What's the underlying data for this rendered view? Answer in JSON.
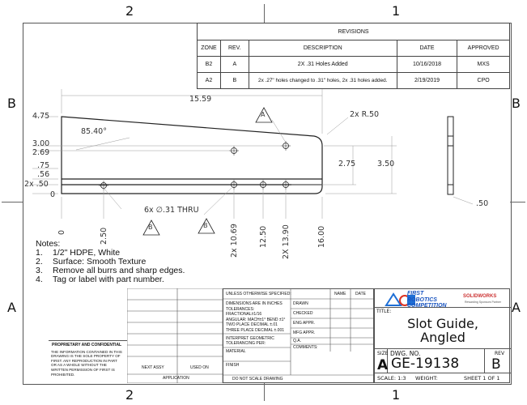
{
  "zones": {
    "top_left": "2",
    "top_right": "1",
    "bottom_left": "2",
    "bottom_right": "1",
    "left_upper": "B",
    "left_lower": "A",
    "right_upper": "B",
    "right_lower": "A"
  },
  "revisions": {
    "title": "REVISIONS",
    "headers": [
      "ZONE",
      "REV.",
      "DESCRIPTION",
      "DATE",
      "APPROVED"
    ],
    "rows": [
      [
        "B2",
        "A",
        "2X .31 Holes Added",
        "10/16/2018",
        "MXS"
      ],
      [
        "A2",
        "B",
        "2x .27\" holes changed to .31\" holes, 2x .31 holes added.",
        "2/19/2019",
        "CPO"
      ]
    ]
  },
  "dims": {
    "overall_width": "15.59",
    "angle": "85.40°",
    "radius": "2x R.50",
    "y_475": "4.75",
    "y_300": "3.00",
    "y_269": "2.69",
    "y_75": ".75",
    "y_56": ".56",
    "y_50": "2x .50",
    "y_0": "0",
    "h_275": "2.75",
    "h_350": "3.50",
    "holes": "6x ∅.31 THRU",
    "side_50": ".50",
    "x_0": "0",
    "x_250": "2.50",
    "x_1069": "2x 10.69",
    "x_1250": "12.50",
    "x_1390": "2X 13.90",
    "x_1600": "16.00",
    "rev_a": "A",
    "rev_b": "B",
    "rev_b2": "B"
  },
  "notes": {
    "title": "Notes:",
    "items": [
      {
        "num": "1.",
        "text": "1/2\" HDPE, White"
      },
      {
        "num": "2.",
        "text": "Surface: Smooth Texture"
      },
      {
        "num": "3.",
        "text": "Remove all burrs and sharp edges."
      },
      {
        "num": "4.",
        "text": "Tag or label with part number."
      }
    ]
  },
  "titleblock": {
    "unless": "UNLESS OTHERWISE SPECIFIED:",
    "name": "NAME",
    "date": "DATE",
    "dims_inches": "DIMENSIONS ARE IN INCHES",
    "tolerances": "TOLERANCES:",
    "fractional": "FRACTIONAL±1/16",
    "angular": "ANGULAR: MACH±1° BEND ±1°",
    "two_place": "TWO PLACE DECIMAL   ±.01",
    "three_place": "THREE PLACE DECIMAL  ±.001",
    "interpret": "INTERPRET GEOMETRIC",
    "tol_per": "TOLERANCING PER:",
    "material": "MATERIAL",
    "finish": "FINISH",
    "drawn": "DRAWN",
    "checked": "CHECKED",
    "eng_appr": "ENG APPR.",
    "mfg_appr": "MFG APPR.",
    "qa": "Q.A.",
    "comments": "COMMENTS:",
    "next_assy": "NEXT ASSY",
    "used_on": "USED ON",
    "application": "APPLICATION",
    "do_not_scale": "DO NOT SCALE DRAWING",
    "proprietary_title": "PROPRIETARY AND CONFIDENTIAL",
    "proprietary_text": "THE INFORMATION CONTAINED IN THIS DRAWING IS THE SOLE PROPERTY OF FIRST. ANY REPRODUCTION IN PART OR AS A WHOLE WITHOUT THE WRITTEN PERMISSION OF FIRST IS PROHIBITED.",
    "first_logo_1": "FIRST",
    "first_logo_2": "ROBOTICS",
    "first_logo_3": "COMPETITION",
    "sw_logo": "SOLIDWORKS",
    "sw_sub": "Rewarding Sponsors Partner",
    "title_label": "TITLE:",
    "title_line1": "Slot Guide,",
    "title_line2": "Angled",
    "size_label": "SIZE",
    "size_value": "A",
    "dwg_label": "DWG.  NO.",
    "dwg_value": "GE-19138",
    "rev_label": "REV",
    "rev_value": "B",
    "scale": "SCALE: 1:3",
    "weight": "WEIGHT:",
    "sheet": "SHEET 1 OF 1"
  }
}
